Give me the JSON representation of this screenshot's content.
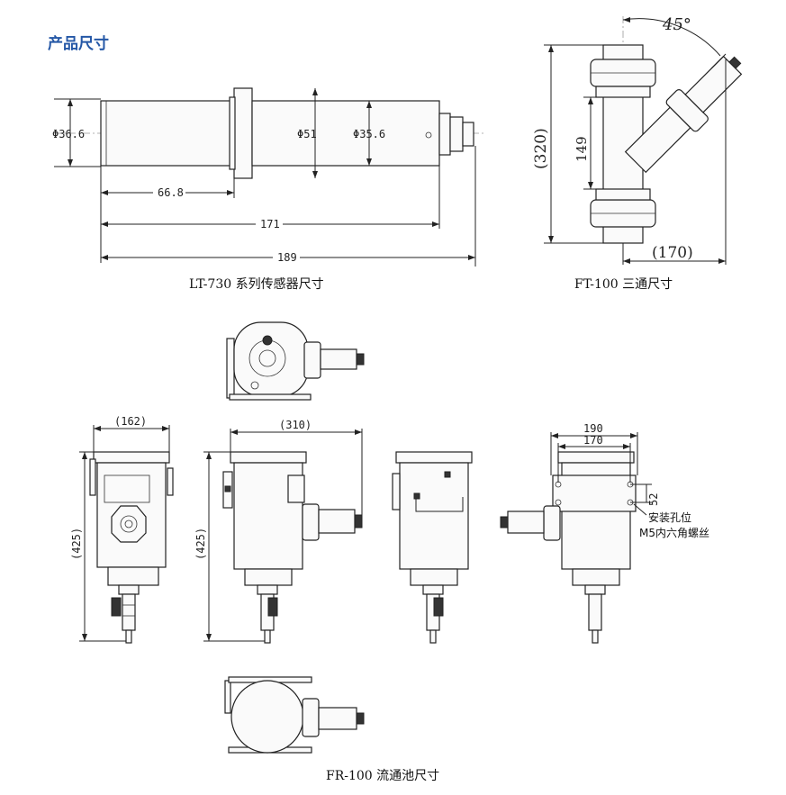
{
  "heading": "产品尺寸",
  "lt730": {
    "caption": "LT-730 系列传感器尺寸",
    "dims": {
      "d1": "Φ36.6",
      "d2": "Φ51",
      "d3": "Φ35.6",
      "l1": "66.8",
      "l2": "171",
      "l3": "189"
    }
  },
  "ft100": {
    "caption": "FT-100 三通尺寸",
    "dims": {
      "angle": "45°",
      "h_total": "(320)",
      "h_inner": "149",
      "w": "(170)"
    }
  },
  "fr100": {
    "caption": "FR-100 流通池尺寸",
    "dims": {
      "w_front": "(162)",
      "w_side": "(310)",
      "h_left": "(425)",
      "h_mid": "(425)",
      "w_back1": "190",
      "w_back2": "170",
      "h_hole": "52"
    },
    "note_line1": "安装孔位",
    "note_line2": "M5内六角螺丝"
  }
}
